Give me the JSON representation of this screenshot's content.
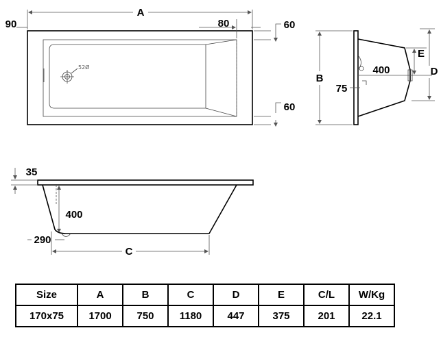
{
  "plan_view": {
    "dim_a": "A",
    "dim_90": "90",
    "dim_80": "80",
    "dim_60_top": "60",
    "dim_60_bottom": "60",
    "waste_label": "52Ø"
  },
  "end_view": {
    "dim_b": "B",
    "dim_e": "E",
    "dim_d": "D",
    "dim_400": "400",
    "dim_75": "75"
  },
  "side_view": {
    "dim_35": "35",
    "dim_400": "400",
    "dim_290": "290",
    "dim_c": "C"
  },
  "spec_table": {
    "headers": [
      "Size",
      "A",
      "B",
      "C",
      "D",
      "E",
      "C/L",
      "W/Kg"
    ],
    "values": [
      "170x75",
      "1700",
      "750",
      "1180",
      "447",
      "375",
      "201",
      "22.1"
    ]
  }
}
